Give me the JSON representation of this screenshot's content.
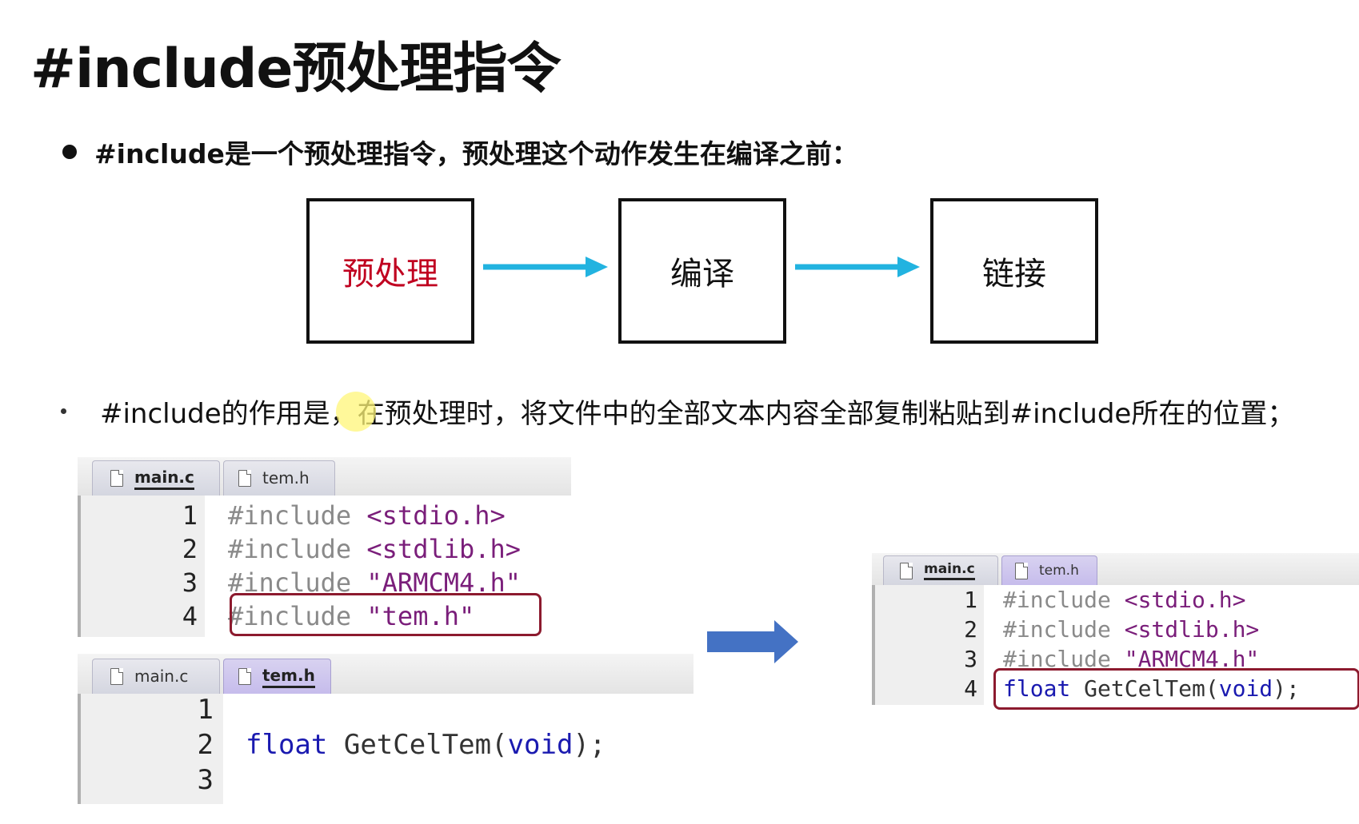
{
  "title": "#include预处理指令",
  "bullet1": "#include是一个预处理指令，预处理这个动作发生在编译之前：",
  "flow": {
    "steps": [
      "预处理",
      "编译",
      "链接"
    ],
    "highlight_color": "#c00020",
    "arrow_color": "#22b3e0"
  },
  "bullet2": "#include的作用是，在预处理时，将文件中的全部文本内容全部复制粘贴到#include所在的位置；",
  "editor_main": {
    "tabs": [
      "main.c",
      "tem.h"
    ],
    "line_numbers": [
      "1",
      "2",
      "3",
      "4"
    ],
    "lines": [
      {
        "kw": "#include",
        "arg": "<stdio.h>"
      },
      {
        "kw": "#include",
        "arg": "<stdlib.h>"
      },
      {
        "kw": "#include",
        "arg": "\"ARMCM4.h\""
      },
      {
        "kw": "#include",
        "arg": "\"tem.h\""
      }
    ]
  },
  "editor_tem": {
    "tabs": [
      "main.c",
      "tem.h"
    ],
    "line_numbers": [
      "1",
      "2",
      "3"
    ],
    "code_type": "float",
    "code_func": "GetCelTem",
    "code_paren_open": "(",
    "code_void": "void",
    "code_tail": ");"
  },
  "editor_result": {
    "tabs": [
      "main.c",
      "tem.h"
    ],
    "line_numbers": [
      "1",
      "2",
      "3",
      "4"
    ],
    "lines": [
      {
        "kw": "#include",
        "arg": "<stdio.h>"
      },
      {
        "kw": "#include",
        "arg": "<stdlib.h>"
      },
      {
        "kw": "#include",
        "arg": "\"ARMCM4.h\""
      }
    ],
    "line4_type": "float",
    "line4_func": "GetCelTem",
    "line4_paren_open": "(",
    "line4_void": "void",
    "line4_tail": ");"
  },
  "colors": {
    "highlight_box": "#8c1a2e",
    "big_arrow": "#4472c4"
  }
}
